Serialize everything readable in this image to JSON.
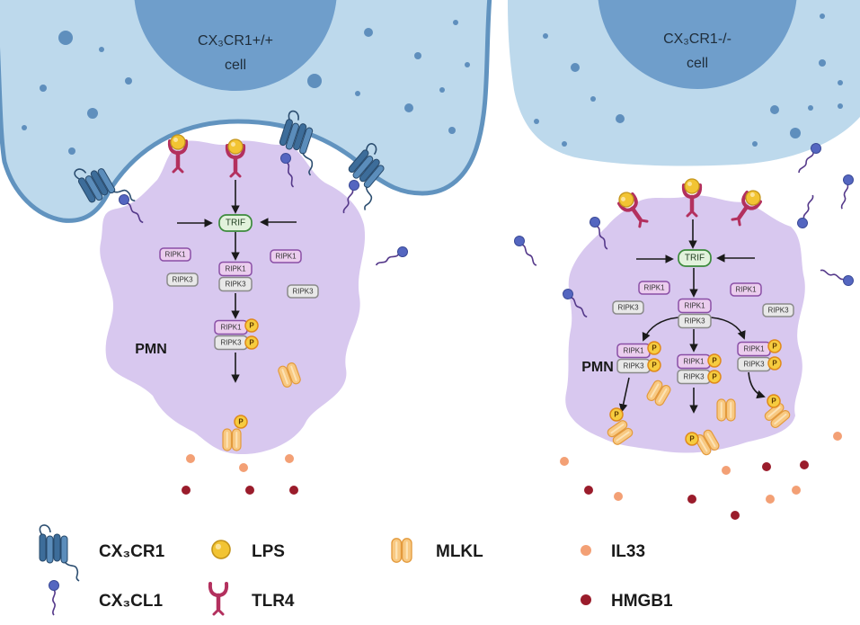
{
  "cells": [
    {
      "genotype": "CX₃CR1+/+",
      "word": "cell"
    },
    {
      "genotype": "CX₃CR1-/-",
      "word": "cell"
    }
  ],
  "panels": [
    {
      "pmn": "PMN",
      "trif": "TRIF",
      "ripk1": "RIPK1",
      "ripk3": "RIPK3",
      "phospho": "P"
    },
    {
      "pmn": "PMN",
      "trif": "TRIF",
      "ripk1": "RIPK1",
      "ripk3": "RIPK3",
      "phospho": "P"
    }
  ],
  "legend": [
    {
      "label": "CX₃CR1",
      "icon": "cx3cr1-receptor-icon"
    },
    {
      "label": "LPS",
      "icon": "lps-ball-icon"
    },
    {
      "label": "MLKL",
      "icon": "mlkl-icon"
    },
    {
      "label": "IL33",
      "icon": "il33-dot-icon"
    },
    {
      "label": "CX₃CL1",
      "icon": "cx3cl1-ligand-icon"
    },
    {
      "label": "TLR4",
      "icon": "tlr4-receptor-icon"
    },
    {
      "label": "HMGB1",
      "icon": "hmgb1-dot-icon"
    }
  ],
  "colors": {
    "cell": "#bdd9ec",
    "nucleus": "#6f9ecb",
    "cyto_dot": "#5f8fbd",
    "pmn": "#d8c8ef",
    "il33": "#f3a075",
    "hmgb1": "#9a1c2b",
    "lps": "#f2c433",
    "tlr4": "#b3305e",
    "mlkl": "#f8c982",
    "cx3cl1": "#5466c0"
  }
}
